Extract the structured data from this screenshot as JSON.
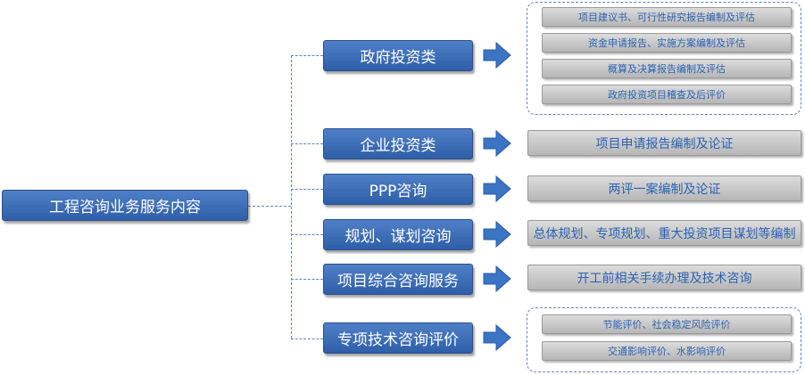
{
  "root": {
    "label": "工程咨询业务服务内容"
  },
  "categories": [
    {
      "label": "政府投资类",
      "details": [
        "项目建议书、可行性研究报告编制及评估",
        "资金申请报告、实施方案编制及评估",
        "概算及决算报告编制及评估",
        "政府投资项目稽查及后评价"
      ]
    },
    {
      "label": "企业投资类",
      "details": [
        "项目申请报告编制及论证"
      ]
    },
    {
      "label": "PPP咨询",
      "details": [
        "两评一案编制及论证"
      ]
    },
    {
      "label": "规划、谋划咨询",
      "details": [
        "总体规划、专项规划、重大投资项目谋划等编制"
      ]
    },
    {
      "label": "项目综合咨询服务",
      "details": [
        "开工前相关手续办理及技术咨询"
      ]
    },
    {
      "label": "专项技术咨询评价",
      "details": [
        "节能评价、社会稳定风险评价",
        "交通影响评价、水影响评价"
      ]
    }
  ],
  "colors": {
    "box_blue": "#3b6db5",
    "detail_text": "#2c63b3",
    "connector": "#5b86c0"
  }
}
